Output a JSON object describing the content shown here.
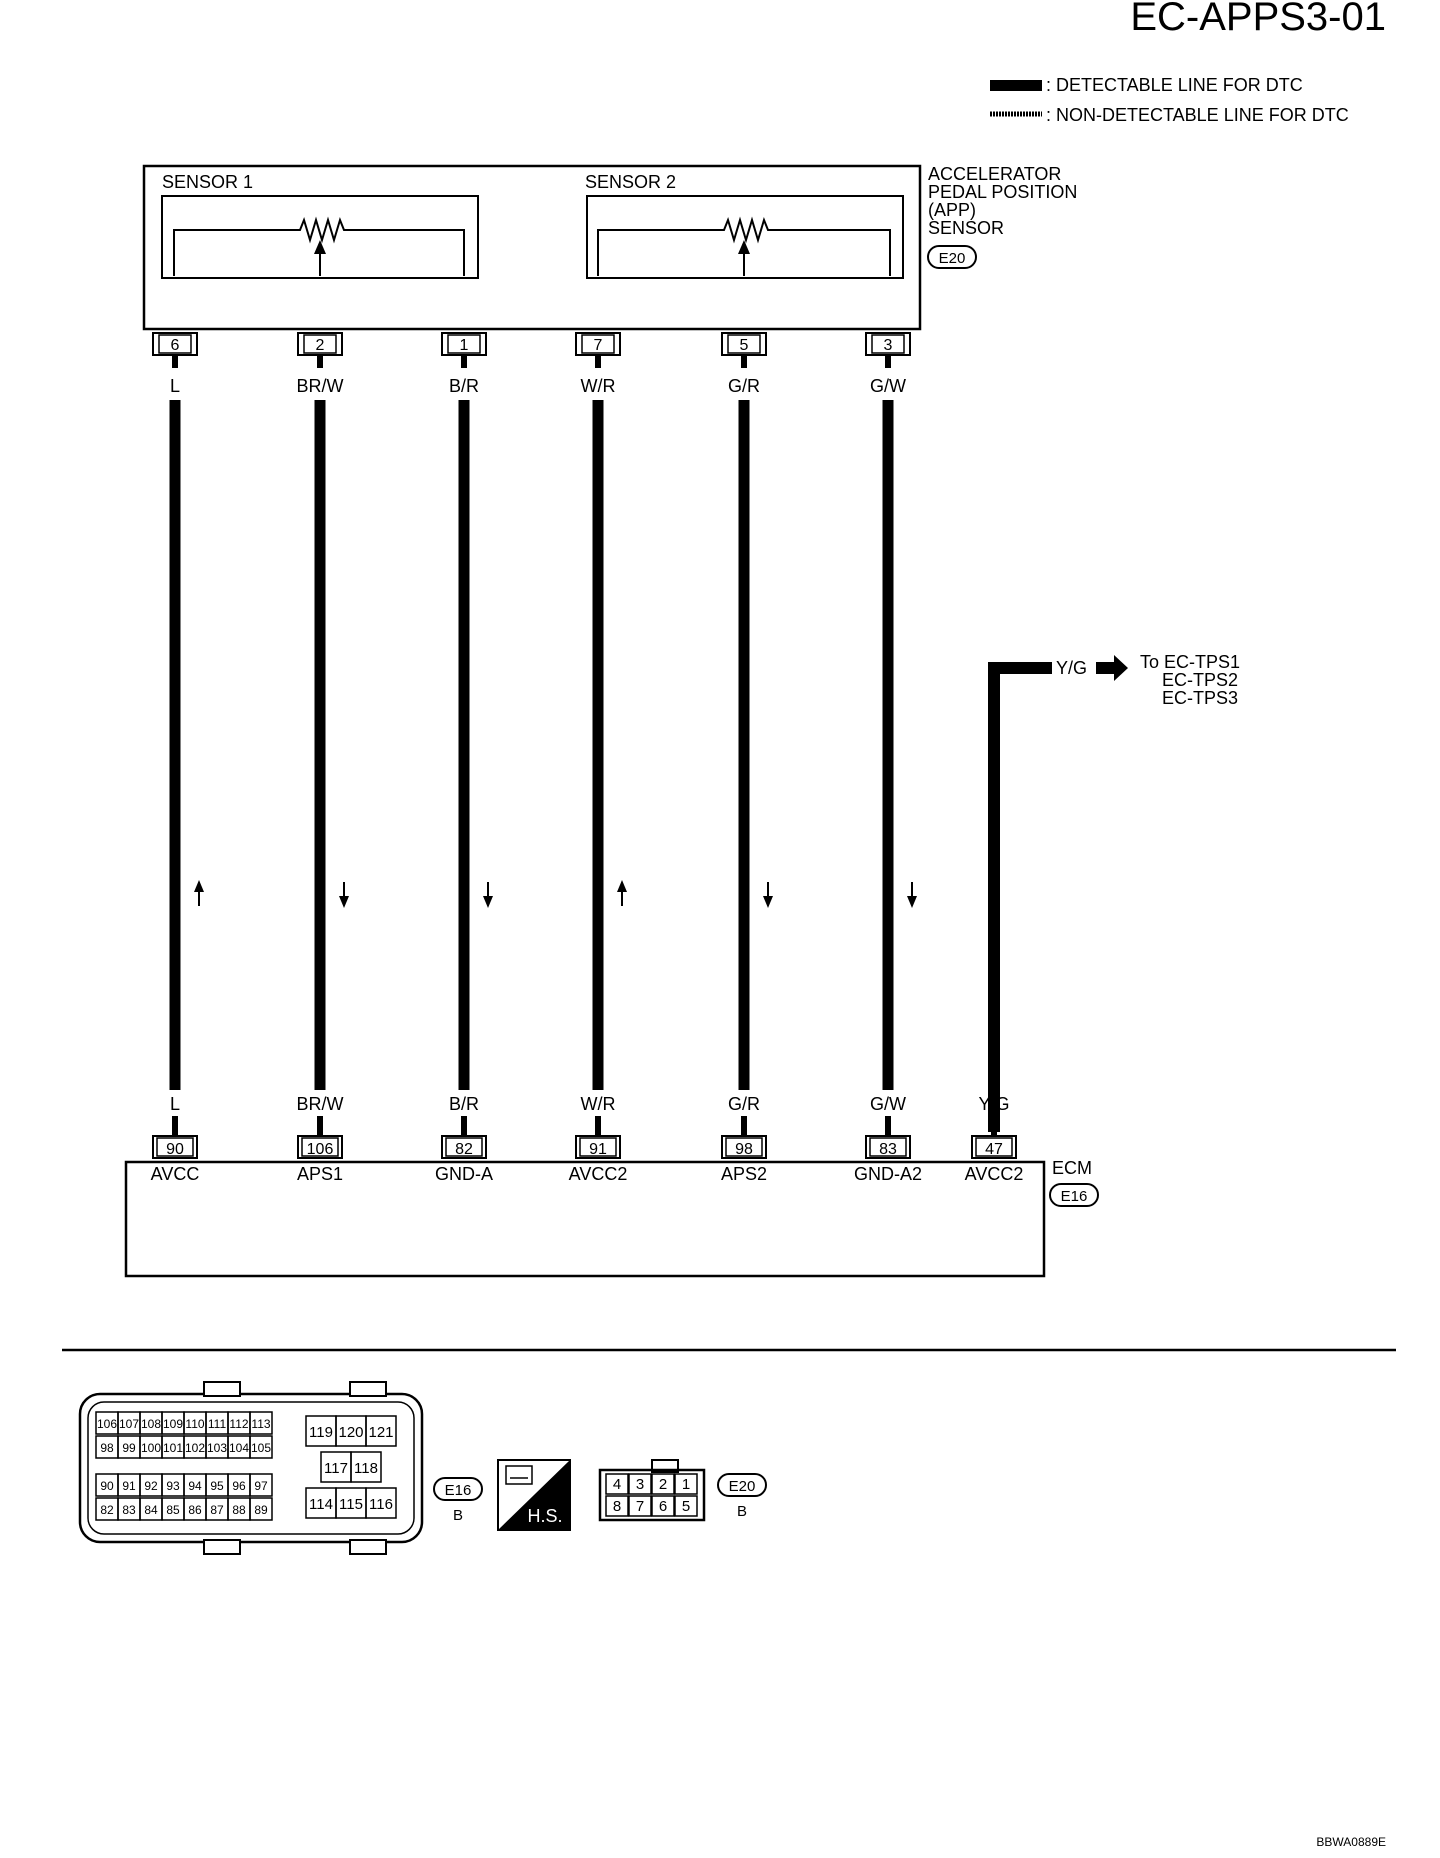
{
  "page_title": "EC-APPS3-01",
  "legend": {
    "detectable": ": DETECTABLE LINE FOR DTC",
    "non_detectable": ": NON-DETECTABLE LINE FOR DTC"
  },
  "sensor": {
    "name_lines": [
      "ACCELERATOR",
      "PEDAL POSITION",
      "(APP)",
      "SENSOR"
    ],
    "connector": "E20",
    "sensor1_label": "SENSOR 1",
    "sensor2_label": "SENSOR 2"
  },
  "wires": [
    {
      "sensor_pin": "6",
      "color": "L",
      "ecm_pin": "90",
      "ecm_signal": "AVCC",
      "direction": "up"
    },
    {
      "sensor_pin": "2",
      "color": "BR/W",
      "ecm_pin": "106",
      "ecm_signal": "APS1",
      "direction": "down"
    },
    {
      "sensor_pin": "1",
      "color": "B/R",
      "ecm_pin": "82",
      "ecm_signal": "GND-A",
      "direction": "down"
    },
    {
      "sensor_pin": "7",
      "color": "W/R",
      "ecm_pin": "91",
      "ecm_signal": "AVCC2",
      "direction": "up"
    },
    {
      "sensor_pin": "5",
      "color": "G/R",
      "ecm_pin": "98",
      "ecm_signal": "APS2",
      "direction": "down"
    },
    {
      "sensor_pin": "3",
      "color": "G/W",
      "ecm_pin": "83",
      "ecm_signal": "GND-A2",
      "direction": "down"
    }
  ],
  "extra_wire": {
    "color": "Y/G",
    "ecm_pin": "47",
    "ecm_signal": "AVCC2",
    "to_lines": [
      "To EC-TPS1",
      "EC-TPS2",
      "EC-TPS3"
    ]
  },
  "ecm": {
    "name": "ECM",
    "connector": "E16"
  },
  "connector_views": {
    "e16": {
      "label": "E16",
      "color": "B",
      "rows": [
        [
          "106",
          "107",
          "108",
          "109",
          "110",
          "111",
          "112",
          "113"
        ],
        [
          "98",
          "99",
          "100",
          "101",
          "102",
          "103",
          "104",
          "105"
        ],
        [
          "90",
          "91",
          "92",
          "93",
          "94",
          "95",
          "96",
          "97"
        ],
        [
          "82",
          "83",
          "84",
          "85",
          "86",
          "87",
          "88",
          "89"
        ]
      ],
      "right_block": [
        [
          "119",
          "120",
          "121"
        ],
        [
          "117",
          "118"
        ],
        [
          "114",
          "115",
          "116"
        ]
      ]
    },
    "hs_label": "H.S.",
    "e20": {
      "label": "E20",
      "color": "B",
      "rows": [
        [
          "4",
          "3",
          "2",
          "1"
        ],
        [
          "8",
          "7",
          "6",
          "5"
        ]
      ]
    }
  },
  "figure_id": "BBWA0889E"
}
